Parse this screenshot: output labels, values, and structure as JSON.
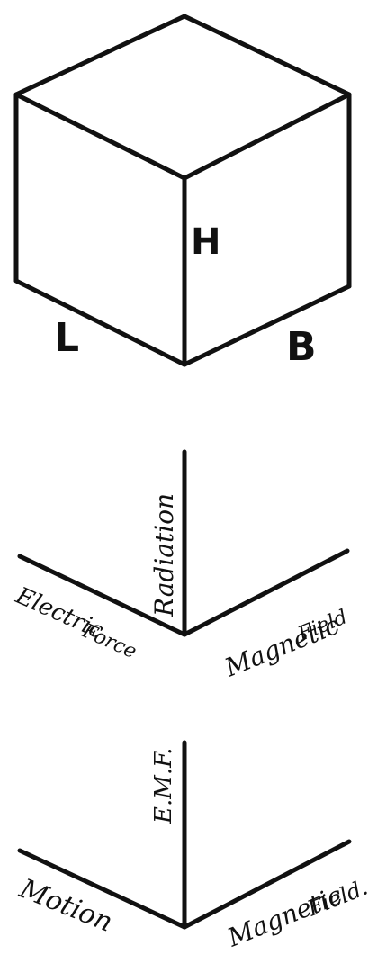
{
  "figure1": {
    "height_label": "H",
    "length_label": "L",
    "breadth_label": "B"
  },
  "figure2": {
    "vertical_label": "Radiation",
    "left_label_line1": "Electric",
    "left_label_line2": "Force",
    "right_label_line1": "Magnetic",
    "right_label_line2": "Field"
  },
  "figure3": {
    "vertical_label": "E.M.F.",
    "left_label": "Motion",
    "right_label_line1": "Magnetic",
    "right_label_line2": "Field."
  }
}
